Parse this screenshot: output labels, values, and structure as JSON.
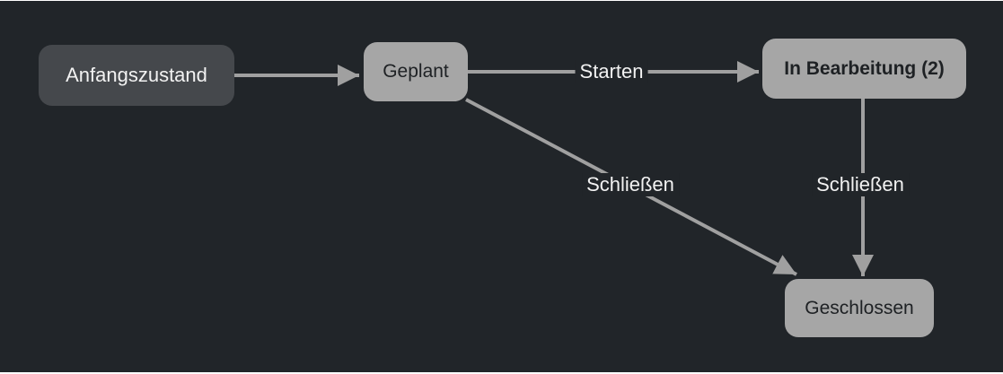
{
  "diagram": {
    "type": "state-workflow-diagram",
    "colors": {
      "page-bg": "#ffffff",
      "canvas-bg": "#212529",
      "node-dark-bg": "#45484c",
      "node-light-bg": "#a6a6a6",
      "node-dark-text": "#f2f2f2",
      "node-light-text": "#1e2124",
      "edge": "#a0a0a0",
      "edge-label-text": "#f2f2f2"
    },
    "nodes": [
      {
        "id": "anfangszustand",
        "label": "Anfangszustand",
        "kind": "initial-state"
      },
      {
        "id": "geplant",
        "label": "Geplant",
        "kind": "state"
      },
      {
        "id": "in-bearbeitung",
        "label": "In Bearbeitung (2)",
        "kind": "state-with-count",
        "count": 2
      },
      {
        "id": "geschlossen",
        "label": "Geschlossen",
        "kind": "state"
      }
    ],
    "edges": [
      {
        "from": "Anfangszustand",
        "to": "Geplant",
        "label": ""
      },
      {
        "from": "Geplant",
        "to": "In Bearbeitung (2)",
        "label": "Starten"
      },
      {
        "from": "Geplant",
        "to": "Geschlossen",
        "label": "Schließen"
      },
      {
        "from": "In Bearbeitung (2)",
        "to": "Geschlossen",
        "label": "Schließen"
      }
    ]
  }
}
